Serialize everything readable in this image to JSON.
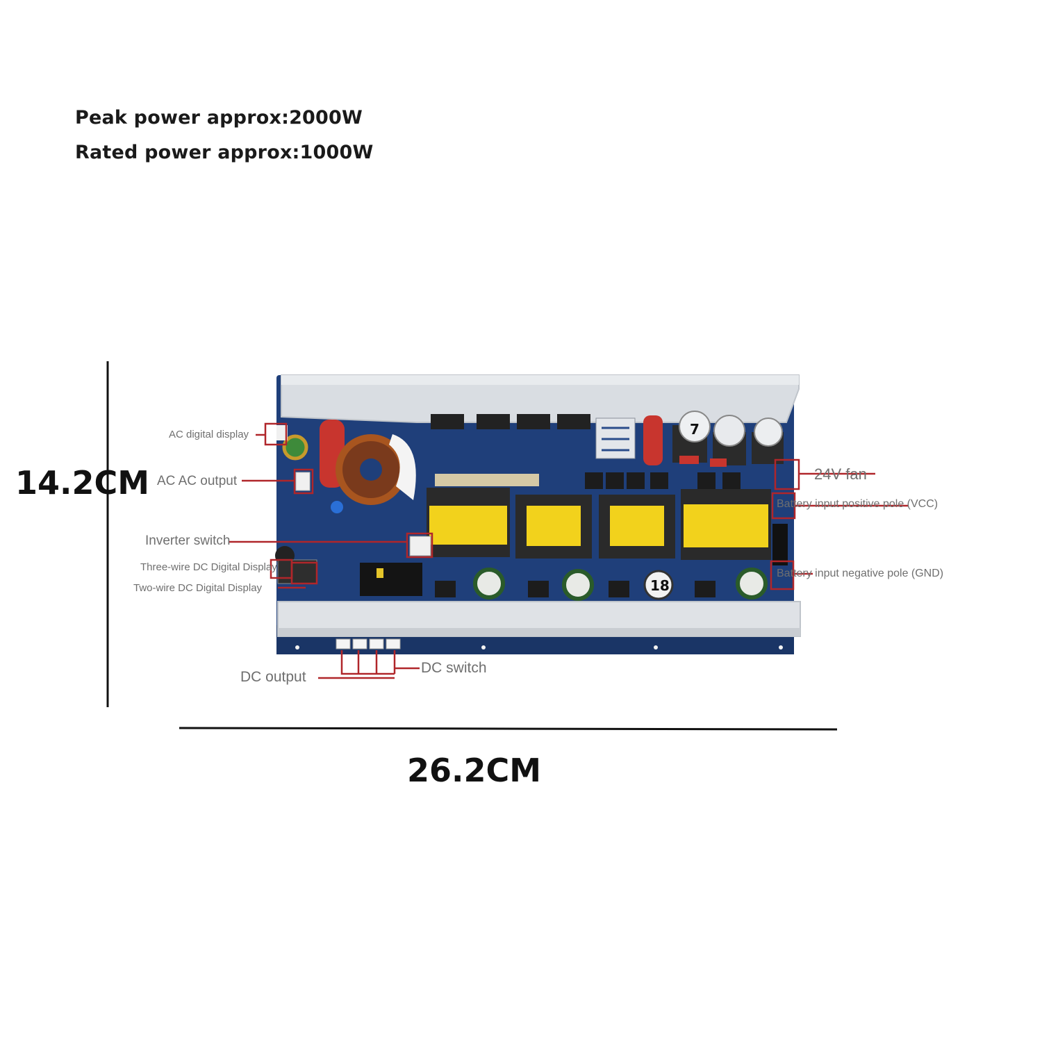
{
  "specs": {
    "peak_power": "Peak power approx:2000W",
    "rated_power": "Rated power approx:1000W"
  },
  "dimensions": {
    "height": "14.2CM",
    "width": "26.2CM"
  },
  "callouts": {
    "ac_digital_display": "AC digital display",
    "ac_output": "AC AC output",
    "inverter_switch": "Inverter switch",
    "three_wire_dc_display": "Three-wire DC Digital Display",
    "two_wire_dc_display": "Two-wire DC Digital Display",
    "fan_24v": "24V fan",
    "battery_positive": "Battery input positive pole (VCC)",
    "battery_negative": "Battery input negative pole (GND)",
    "dc_output": "DC output",
    "dc_switch": "DC switch"
  },
  "board_markings": {
    "cap_label_top": "7",
    "cap_label_bottom": "18"
  },
  "colors": {
    "pcb": "#1f3f7a",
    "heatsink": "#d9dde2",
    "transformer_tape": "#f2d21c",
    "callout_line": "#b0262a",
    "label_text": "#6f6f6f"
  }
}
